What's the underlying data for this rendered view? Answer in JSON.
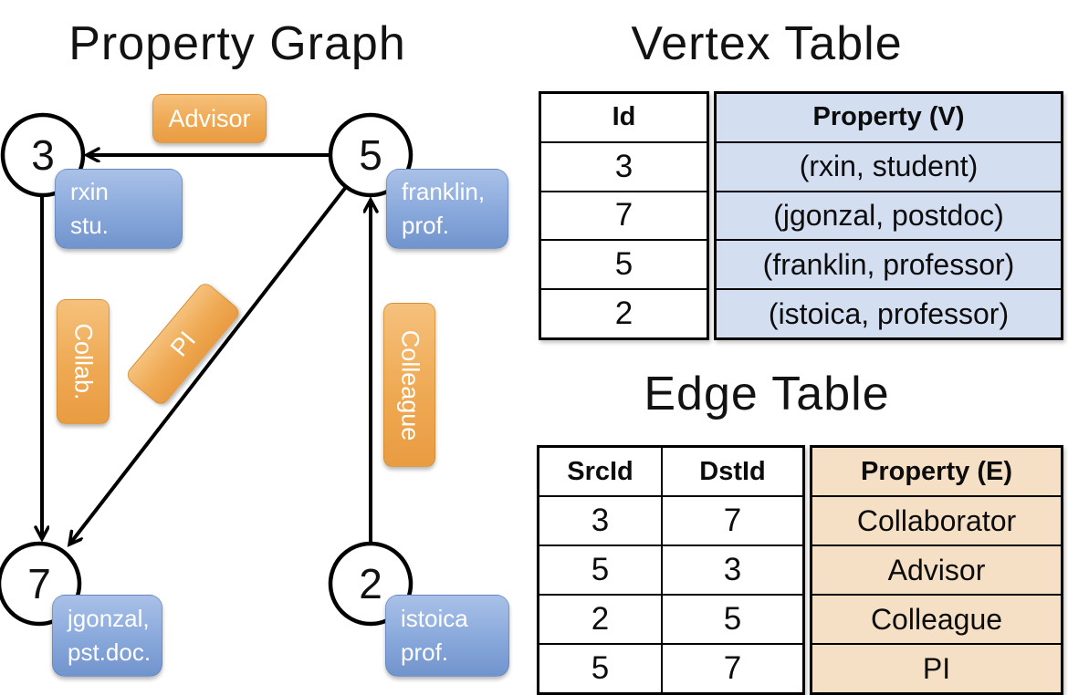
{
  "titles": {
    "graph": "Property Graph",
    "vertex_table": "Vertex Table",
    "edge_table": "Edge Table"
  },
  "graph": {
    "nodes": [
      {
        "id": "3",
        "line1": "rxin",
        "line2": "stu."
      },
      {
        "id": "5",
        "line1": "franklin,",
        "line2": "prof."
      },
      {
        "id": "7",
        "line1": "jgonzal,",
        "line2": "pst.doc."
      },
      {
        "id": "2",
        "line1": "istoica",
        "line2": "prof."
      }
    ],
    "edge_labels": {
      "advisor": "Advisor",
      "collab": "Collab.",
      "pi": "PI",
      "colleague": "Colleague"
    }
  },
  "vertex_table": {
    "headers": {
      "id": "Id",
      "property": "Property (V)"
    },
    "rows": [
      {
        "id": "3",
        "property": "(rxin, student)"
      },
      {
        "id": "7",
        "property": "(jgonzal, postdoc)"
      },
      {
        "id": "5",
        "property": "(franklin, professor)"
      },
      {
        "id": "2",
        "property": "(istoica, professor)"
      }
    ]
  },
  "edge_table": {
    "headers": {
      "src": "SrcId",
      "dst": "DstId",
      "property": "Property (E)"
    },
    "rows": [
      {
        "src": "3",
        "dst": "7",
        "property": "Collaborator"
      },
      {
        "src": "5",
        "dst": "3",
        "property": "Advisor"
      },
      {
        "src": "2",
        "dst": "5",
        "property": "Colleague"
      },
      {
        "src": "5",
        "dst": "7",
        "property": "PI"
      }
    ]
  },
  "colors": {
    "edge_label_orange": "#EFA953",
    "vertex_property_blue": "#88A8DB",
    "vertex_table_fill": "#D3DEF1",
    "edge_table_fill": "#F6E0C5"
  }
}
